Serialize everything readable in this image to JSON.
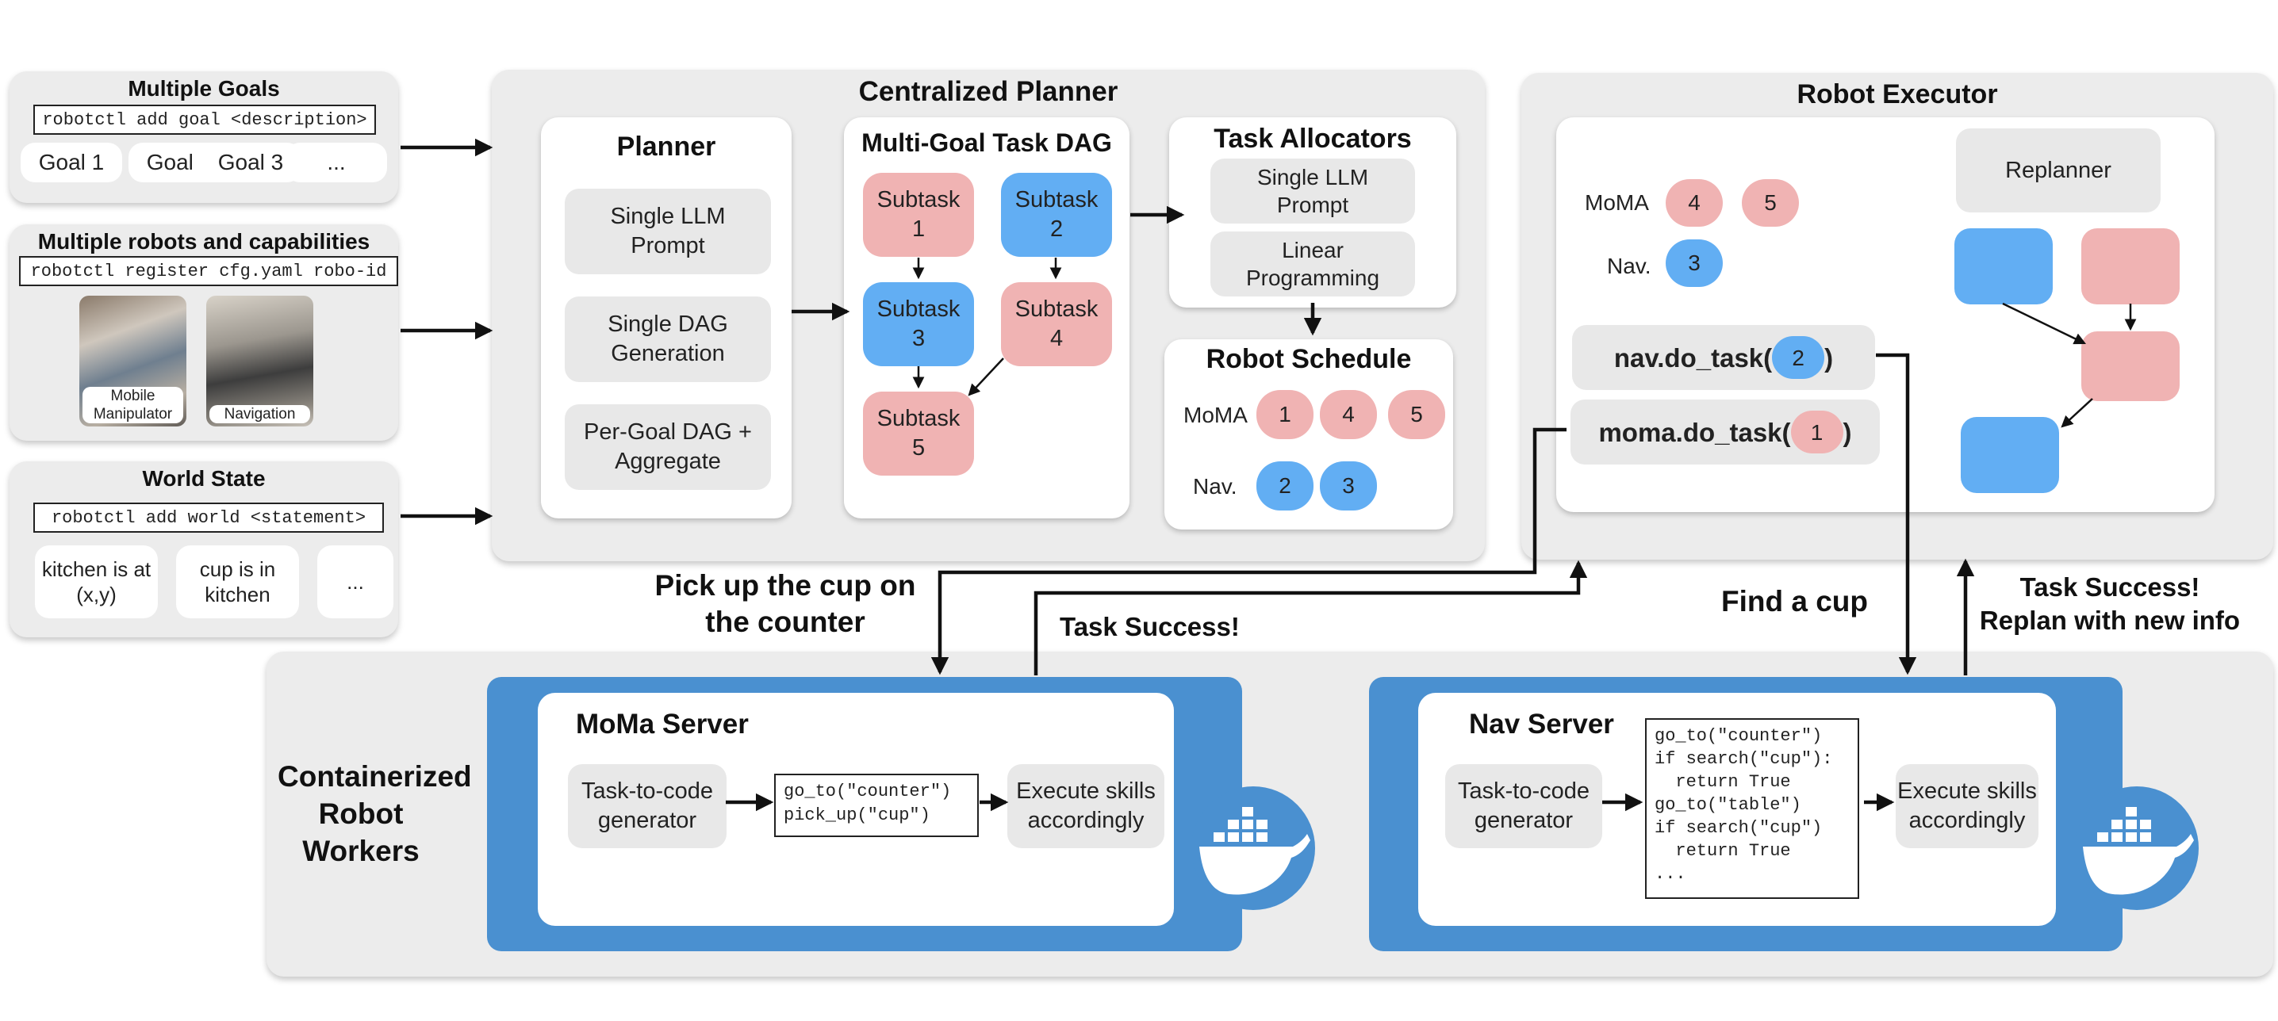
{
  "goals": {
    "title": "Multiple Goals",
    "command": "robotctl add goal <description>",
    "items": [
      "Goal 1",
      "Goal 2",
      "Goal 3",
      "..."
    ]
  },
  "robots": {
    "title": "Multiple robots and capabilities",
    "command": "robotctl register cfg.yaml robo-id",
    "photos": [
      "Mobile Manipulator",
      "Navigation"
    ]
  },
  "world": {
    "title": "World State",
    "command": "robotctl add world <statement>",
    "items": [
      "kitchen is at (x,y)",
      "cup is in kitchen",
      "..."
    ]
  },
  "planner": {
    "title": "Centralized Planner",
    "planner_card": {
      "title": "Planner",
      "options": [
        "Single LLM Prompt",
        "Single DAG Generation",
        "Per-Goal DAG + Aggregate"
      ]
    },
    "dag": {
      "title": "Multi-Goal Task DAG",
      "subtasks": [
        {
          "label": "Subtask 1",
          "color": "#f0b3b3"
        },
        {
          "label": "Subtask 2",
          "color": "#62aef3"
        },
        {
          "label": "Subtask 3",
          "color": "#62aef3"
        },
        {
          "label": "Subtask 4",
          "color": "#f0b3b3"
        },
        {
          "label": "Subtask 5",
          "color": "#f0b3b3"
        }
      ]
    },
    "allocators": {
      "title": "Task Allocators",
      "options": [
        "Single LLM Prompt",
        "Linear Programming"
      ]
    },
    "schedule": {
      "title": "Robot Schedule",
      "moma_label": "MoMA",
      "nav_label": "Nav.",
      "moma_tasks": [
        "1",
        "4",
        "5"
      ],
      "nav_tasks": [
        "2",
        "3"
      ]
    }
  },
  "executor": {
    "title": "Robot Executor",
    "moma_label": "MoMA",
    "nav_label": "Nav.",
    "moma_tasks": [
      "4",
      "5"
    ],
    "nav_tasks": [
      "3"
    ],
    "replanner": "Replanner",
    "nav_call": {
      "prefix": "nav.do_task(",
      "arg": "2",
      "suffix": ")"
    },
    "moma_call": {
      "prefix": "moma.do_task(",
      "arg": "1",
      "suffix": ")"
    }
  },
  "annotations": {
    "moma_instruction": "Pick up the cup on the counter",
    "moma_success": "Task Success!",
    "nav_instruction": "Find a cup",
    "nav_success": "Task Success!\nReplan with new info"
  },
  "workers": {
    "title": "Containerized Robot Workers",
    "moma_server": {
      "title": "MoMa Server",
      "generator": "Task-to-code generator",
      "code": "go_to(\"counter\")\npick_up(\"cup\")",
      "execute": "Execute skills accordingly"
    },
    "nav_server": {
      "title": "Nav Server",
      "generator": "Task-to-code generator",
      "code": "go_to(\"counter\")\nif search(\"cup\"):\n  return True\ngo_to(\"table\")\nif search(\"cup\")\n  return True\n...",
      "execute": "Execute skills accordingly"
    }
  },
  "colors": {
    "pink": "#f0b3b3",
    "blue": "#62aef3",
    "docker_blue": "#4a90d0",
    "panel_gray": "#ececec"
  }
}
